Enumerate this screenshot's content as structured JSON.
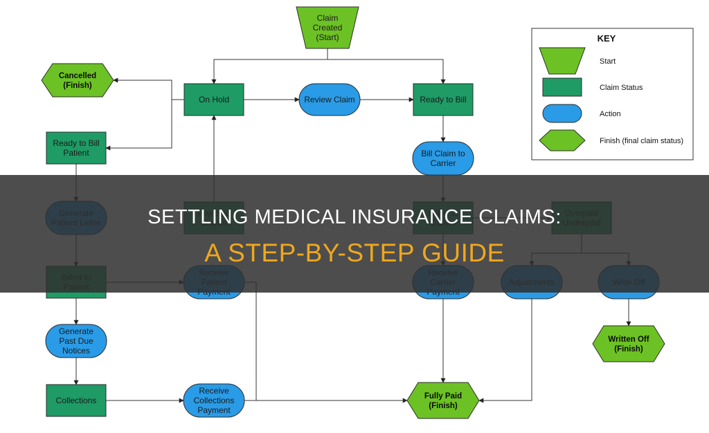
{
  "palette": {
    "start": "#6cc224",
    "status": "#1f9b66",
    "action": "#2a9be6",
    "finish": "#6cc224",
    "banner": "#303030",
    "subtitle": "#f0a81e"
  },
  "banner": {
    "title": "SETTLING MEDICAL INSURANCE CLAIMS:",
    "subtitle": "A STEP-BY-STEP GUIDE"
  },
  "key": {
    "title": "KEY",
    "items": [
      {
        "shape": "start",
        "label": "Start"
      },
      {
        "shape": "status",
        "label": "Claim Status"
      },
      {
        "shape": "action",
        "label": "Action"
      },
      {
        "shape": "finish",
        "label": "Finish (final claim status)"
      }
    ]
  },
  "nodes": {
    "claim_created": {
      "type": "start",
      "lines": [
        "Claim",
        "Created",
        "(Start)"
      ]
    },
    "cancelled": {
      "type": "finish",
      "lines": [
        "Cancelled",
        "(Finish)"
      ]
    },
    "on_hold": {
      "type": "status",
      "lines": [
        "On Hold"
      ]
    },
    "review_claim": {
      "type": "action",
      "lines": [
        "Review Claim"
      ]
    },
    "ready_to_bill": {
      "type": "status",
      "lines": [
        "Ready to Bill"
      ]
    },
    "ready_to_bill_patient": {
      "type": "status",
      "lines": [
        "Ready to Bill",
        "Patient"
      ]
    },
    "bill_claim_to_carrier": {
      "type": "action",
      "lines": [
        "Bill Claim to",
        "Carrier"
      ]
    },
    "generate_patient_letter": {
      "type": "action",
      "lines": [
        "Generate",
        "Patient Letter"
      ]
    },
    "rejected_unpaid": {
      "type": "status",
      "lines": [
        "Rejected",
        "Unpaid"
      ]
    },
    "billed_to_carrier": {
      "type": "status",
      "lines": [
        "Billed to",
        "Carrier"
      ]
    },
    "overpaid_underpaid": {
      "type": "status",
      "lines": [
        "Overpaid",
        "Underpaid"
      ]
    },
    "billed_to_patient": {
      "type": "status",
      "lines": [
        "Billed to",
        "Patient"
      ]
    },
    "receive_patient_payment": {
      "type": "action",
      "lines": [
        "Receive",
        "Patient",
        "Payment"
      ]
    },
    "receive_carrier_payment": {
      "type": "action",
      "lines": [
        "Receive",
        "Carrier",
        "Payment"
      ]
    },
    "adjustments": {
      "type": "action",
      "lines": [
        "Adjustments"
      ]
    },
    "write_off": {
      "type": "action",
      "lines": [
        "Write Off"
      ]
    },
    "generate_past_due": {
      "type": "action",
      "lines": [
        "Generate",
        "Past Due",
        "Notices"
      ]
    },
    "written_off": {
      "type": "finish",
      "lines": [
        "Written Off",
        "(Finish)"
      ]
    },
    "collections": {
      "type": "status",
      "lines": [
        "Collections"
      ]
    },
    "receive_collections_payment": {
      "type": "action",
      "lines": [
        "Receive",
        "Collections",
        "Payment"
      ]
    },
    "fully_paid": {
      "type": "finish",
      "lines": [
        "Fully Paid",
        "(Finish)"
      ]
    }
  }
}
